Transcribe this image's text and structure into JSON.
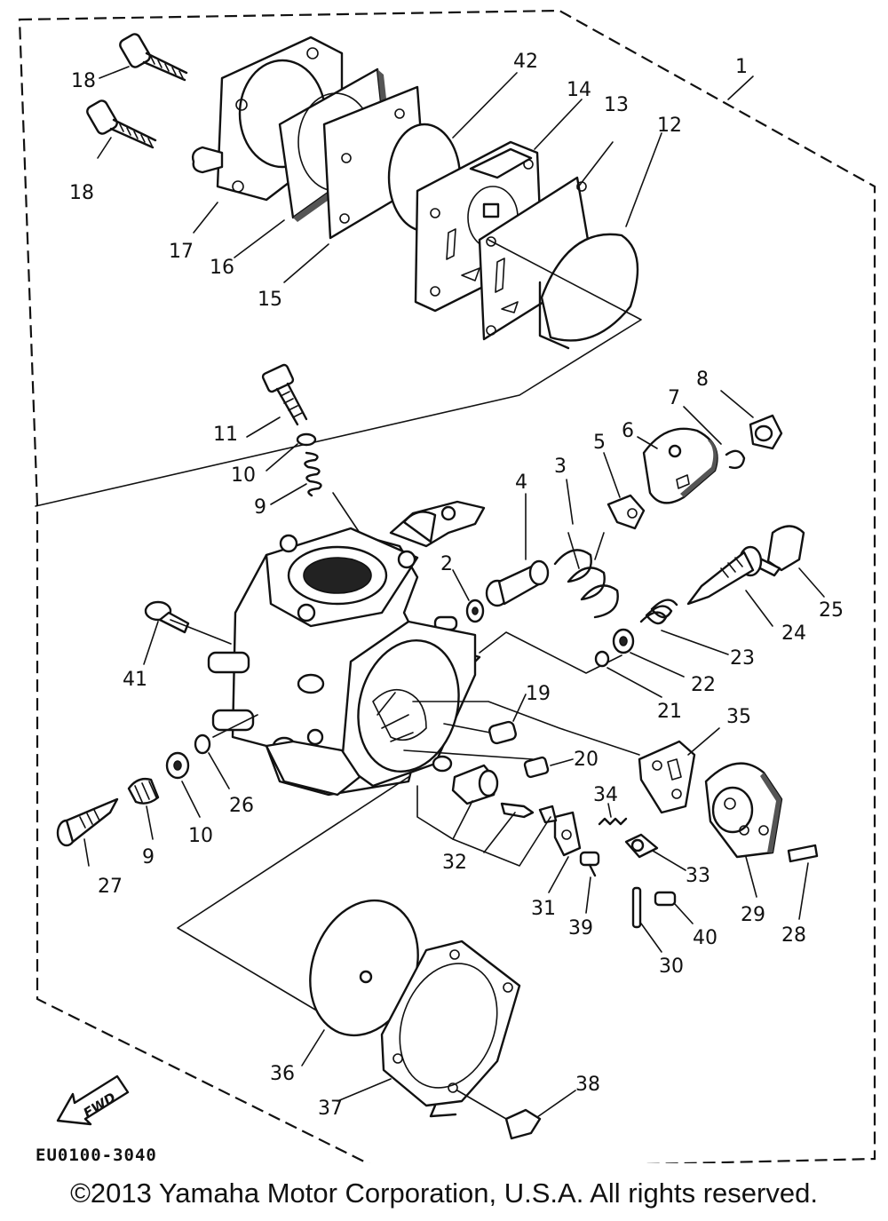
{
  "diagram": {
    "code": "EU0100-3040",
    "fwd_label": "FWD",
    "callouts": [
      "1",
      "2",
      "3",
      "4",
      "5",
      "6",
      "7",
      "8",
      "9",
      "9",
      "10",
      "10",
      "11",
      "12",
      "13",
      "14",
      "15",
      "16",
      "17",
      "18",
      "18",
      "19",
      "20",
      "21",
      "22",
      "23",
      "24",
      "25",
      "26",
      "27",
      "28",
      "29",
      "30",
      "31",
      "32",
      "33",
      "34",
      "35",
      "36",
      "37",
      "38",
      "39",
      "40",
      "41",
      "42"
    ]
  },
  "footer": {
    "copyright": "©2013 Yamaha Motor Corporation, U.S.A. All rights reserved."
  }
}
